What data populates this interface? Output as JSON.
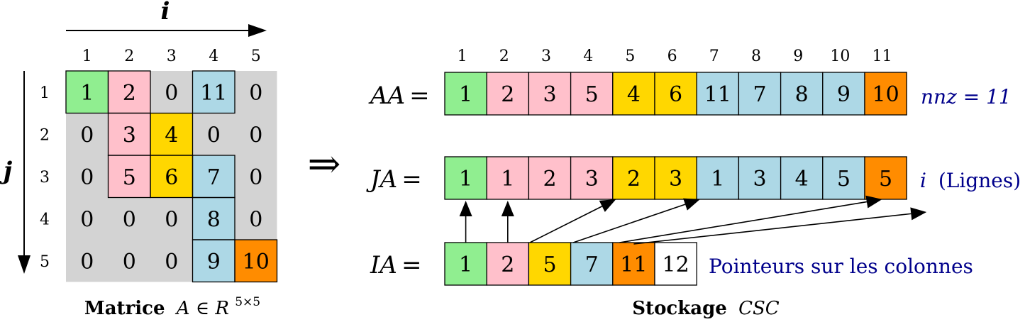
{
  "colors": {
    "green": "#90ee90",
    "pink": "#ffc0cb",
    "gray": "#d3d3d3",
    "yellow": "#ffd700",
    "blue": "#add8e6",
    "orange": "#ff8c00",
    "white": "#ffffff",
    "note": "#00008b"
  },
  "matrix": {
    "axis_i": "i",
    "axis_j": "j",
    "col_headers": [
      "1",
      "2",
      "3",
      "4",
      "5"
    ],
    "row_headers": [
      "1",
      "2",
      "3",
      "4",
      "5"
    ],
    "cells": [
      [
        {
          "v": "1",
          "c": "green"
        },
        {
          "v": "2",
          "c": "pink"
        },
        {
          "v": "0",
          "c": "gray"
        },
        {
          "v": "11",
          "c": "blue"
        },
        {
          "v": "0",
          "c": "gray"
        }
      ],
      [
        {
          "v": "0",
          "c": "gray"
        },
        {
          "v": "3",
          "c": "pink"
        },
        {
          "v": "4",
          "c": "yellow"
        },
        {
          "v": "0",
          "c": "gray"
        },
        {
          "v": "0",
          "c": "gray"
        }
      ],
      [
        {
          "v": "0",
          "c": "gray"
        },
        {
          "v": "5",
          "c": "pink"
        },
        {
          "v": "6",
          "c": "yellow"
        },
        {
          "v": "7",
          "c": "blue"
        },
        {
          "v": "0",
          "c": "gray"
        }
      ],
      [
        {
          "v": "0",
          "c": "gray"
        },
        {
          "v": "0",
          "c": "gray"
        },
        {
          "v": "0",
          "c": "gray"
        },
        {
          "v": "8",
          "c": "blue"
        },
        {
          "v": "0",
          "c": "gray"
        }
      ],
      [
        {
          "v": "0",
          "c": "gray"
        },
        {
          "v": "0",
          "c": "gray"
        },
        {
          "v": "0",
          "c": "gray"
        },
        {
          "v": "9",
          "c": "blue"
        },
        {
          "v": "10",
          "c": "orange"
        }
      ]
    ],
    "caption_bold": "Matrice",
    "caption_math": "A ∈ R",
    "caption_sup": "5×5"
  },
  "implies": "⇒",
  "storage": {
    "index_headers": [
      "1",
      "2",
      "3",
      "4",
      "5",
      "6",
      "7",
      "8",
      "9",
      "10",
      "11"
    ],
    "aa": {
      "label": "AA",
      "eq": "=",
      "cells": [
        {
          "v": "1",
          "c": "green"
        },
        {
          "v": "2",
          "c": "pink"
        },
        {
          "v": "3",
          "c": "pink"
        },
        {
          "v": "5",
          "c": "pink"
        },
        {
          "v": "4",
          "c": "yellow"
        },
        {
          "v": "6",
          "c": "yellow"
        },
        {
          "v": "11",
          "c": "blue"
        },
        {
          "v": "7",
          "c": "blue"
        },
        {
          "v": "8",
          "c": "blue"
        },
        {
          "v": "9",
          "c": "blue"
        },
        {
          "v": "10",
          "c": "orange"
        }
      ],
      "note": "nnz = 11"
    },
    "ja": {
      "label": "JA",
      "eq": "=",
      "cells": [
        {
          "v": "1",
          "c": "green"
        },
        {
          "v": "1",
          "c": "pink"
        },
        {
          "v": "2",
          "c": "pink"
        },
        {
          "v": "3",
          "c": "pink"
        },
        {
          "v": "2",
          "c": "yellow"
        },
        {
          "v": "3",
          "c": "yellow"
        },
        {
          "v": "1",
          "c": "blue"
        },
        {
          "v": "3",
          "c": "blue"
        },
        {
          "v": "4",
          "c": "blue"
        },
        {
          "v": "5",
          "c": "blue"
        },
        {
          "v": "5",
          "c": "orange"
        }
      ],
      "note_math": "i",
      "note_text": "(Lignes)"
    },
    "ia": {
      "label": "IA",
      "eq": "=",
      "cells": [
        {
          "v": "1",
          "c": "green"
        },
        {
          "v": "2",
          "c": "pink"
        },
        {
          "v": "5",
          "c": "yellow"
        },
        {
          "v": "7",
          "c": "blue"
        },
        {
          "v": "11",
          "c": "orange"
        },
        {
          "v": "12",
          "c": "white"
        }
      ],
      "note": "Pointeurs sur les colonnes"
    },
    "pointer_targets": [
      1,
      2,
      5,
      7,
      11,
      12
    ],
    "caption_bold": "Stockage",
    "caption_math": "CSC"
  }
}
